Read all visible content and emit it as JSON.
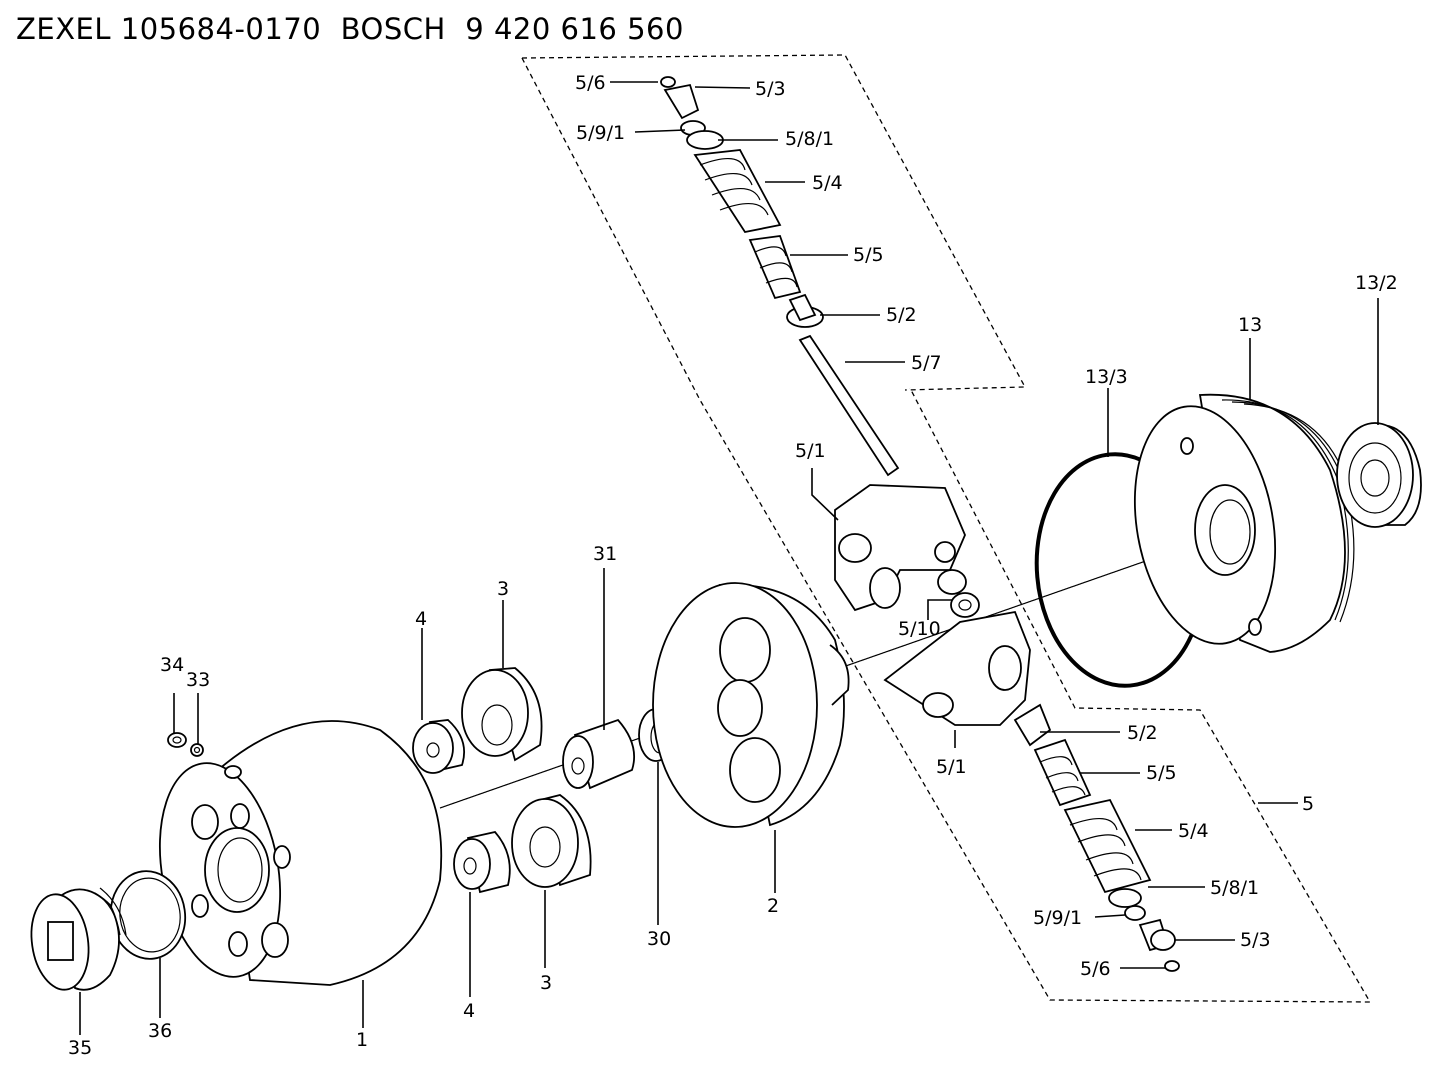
{
  "title": "ZEXEL 105684-0170  BOSCH  9 420 616 560",
  "labels": {
    "l56a": "5/6",
    "l53a": "5/3",
    "l591a": "5/9/1",
    "l581a": "5/8/1",
    "l54a": "5/4",
    "l55a": "5/5",
    "l52a": "5/2",
    "l57": "5/7",
    "l51a": "5/1",
    "l510": "5/10",
    "l51b": "5/1",
    "l52b": "5/2",
    "l55b": "5/5",
    "l5": "5",
    "l54b": "5/4",
    "l581b": "5/8/1",
    "l591b": "5/9/1",
    "l53b": "5/3",
    "l56b": "5/6",
    "l132": "13/2",
    "l13": "13",
    "l133": "13/3",
    "l31": "31",
    "l3a": "3",
    "l4a": "4",
    "l34": "34",
    "l33": "33",
    "l2": "2",
    "l30": "30",
    "l3b": "3",
    "l4b": "4",
    "l1": "1",
    "l35": "35",
    "l36": "36"
  }
}
